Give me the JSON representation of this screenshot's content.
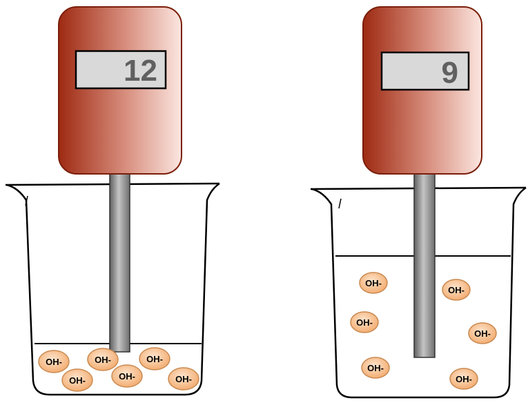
{
  "colors": {
    "meter_dark": "#9e2a12",
    "meter_light": "#fbe6e0",
    "display_bg": "#d9d9d9",
    "probe": "#808080",
    "ion_fill": "#f8bf8f",
    "ion_edge": "#c98a52"
  },
  "meters": [
    {
      "reading": "12",
      "ion_label": "OH-",
      "ion_count": 6,
      "liquid_level": "low"
    },
    {
      "reading": "9",
      "ion_label": "OH-",
      "ion_count": 6,
      "liquid_level": "high"
    }
  ]
}
